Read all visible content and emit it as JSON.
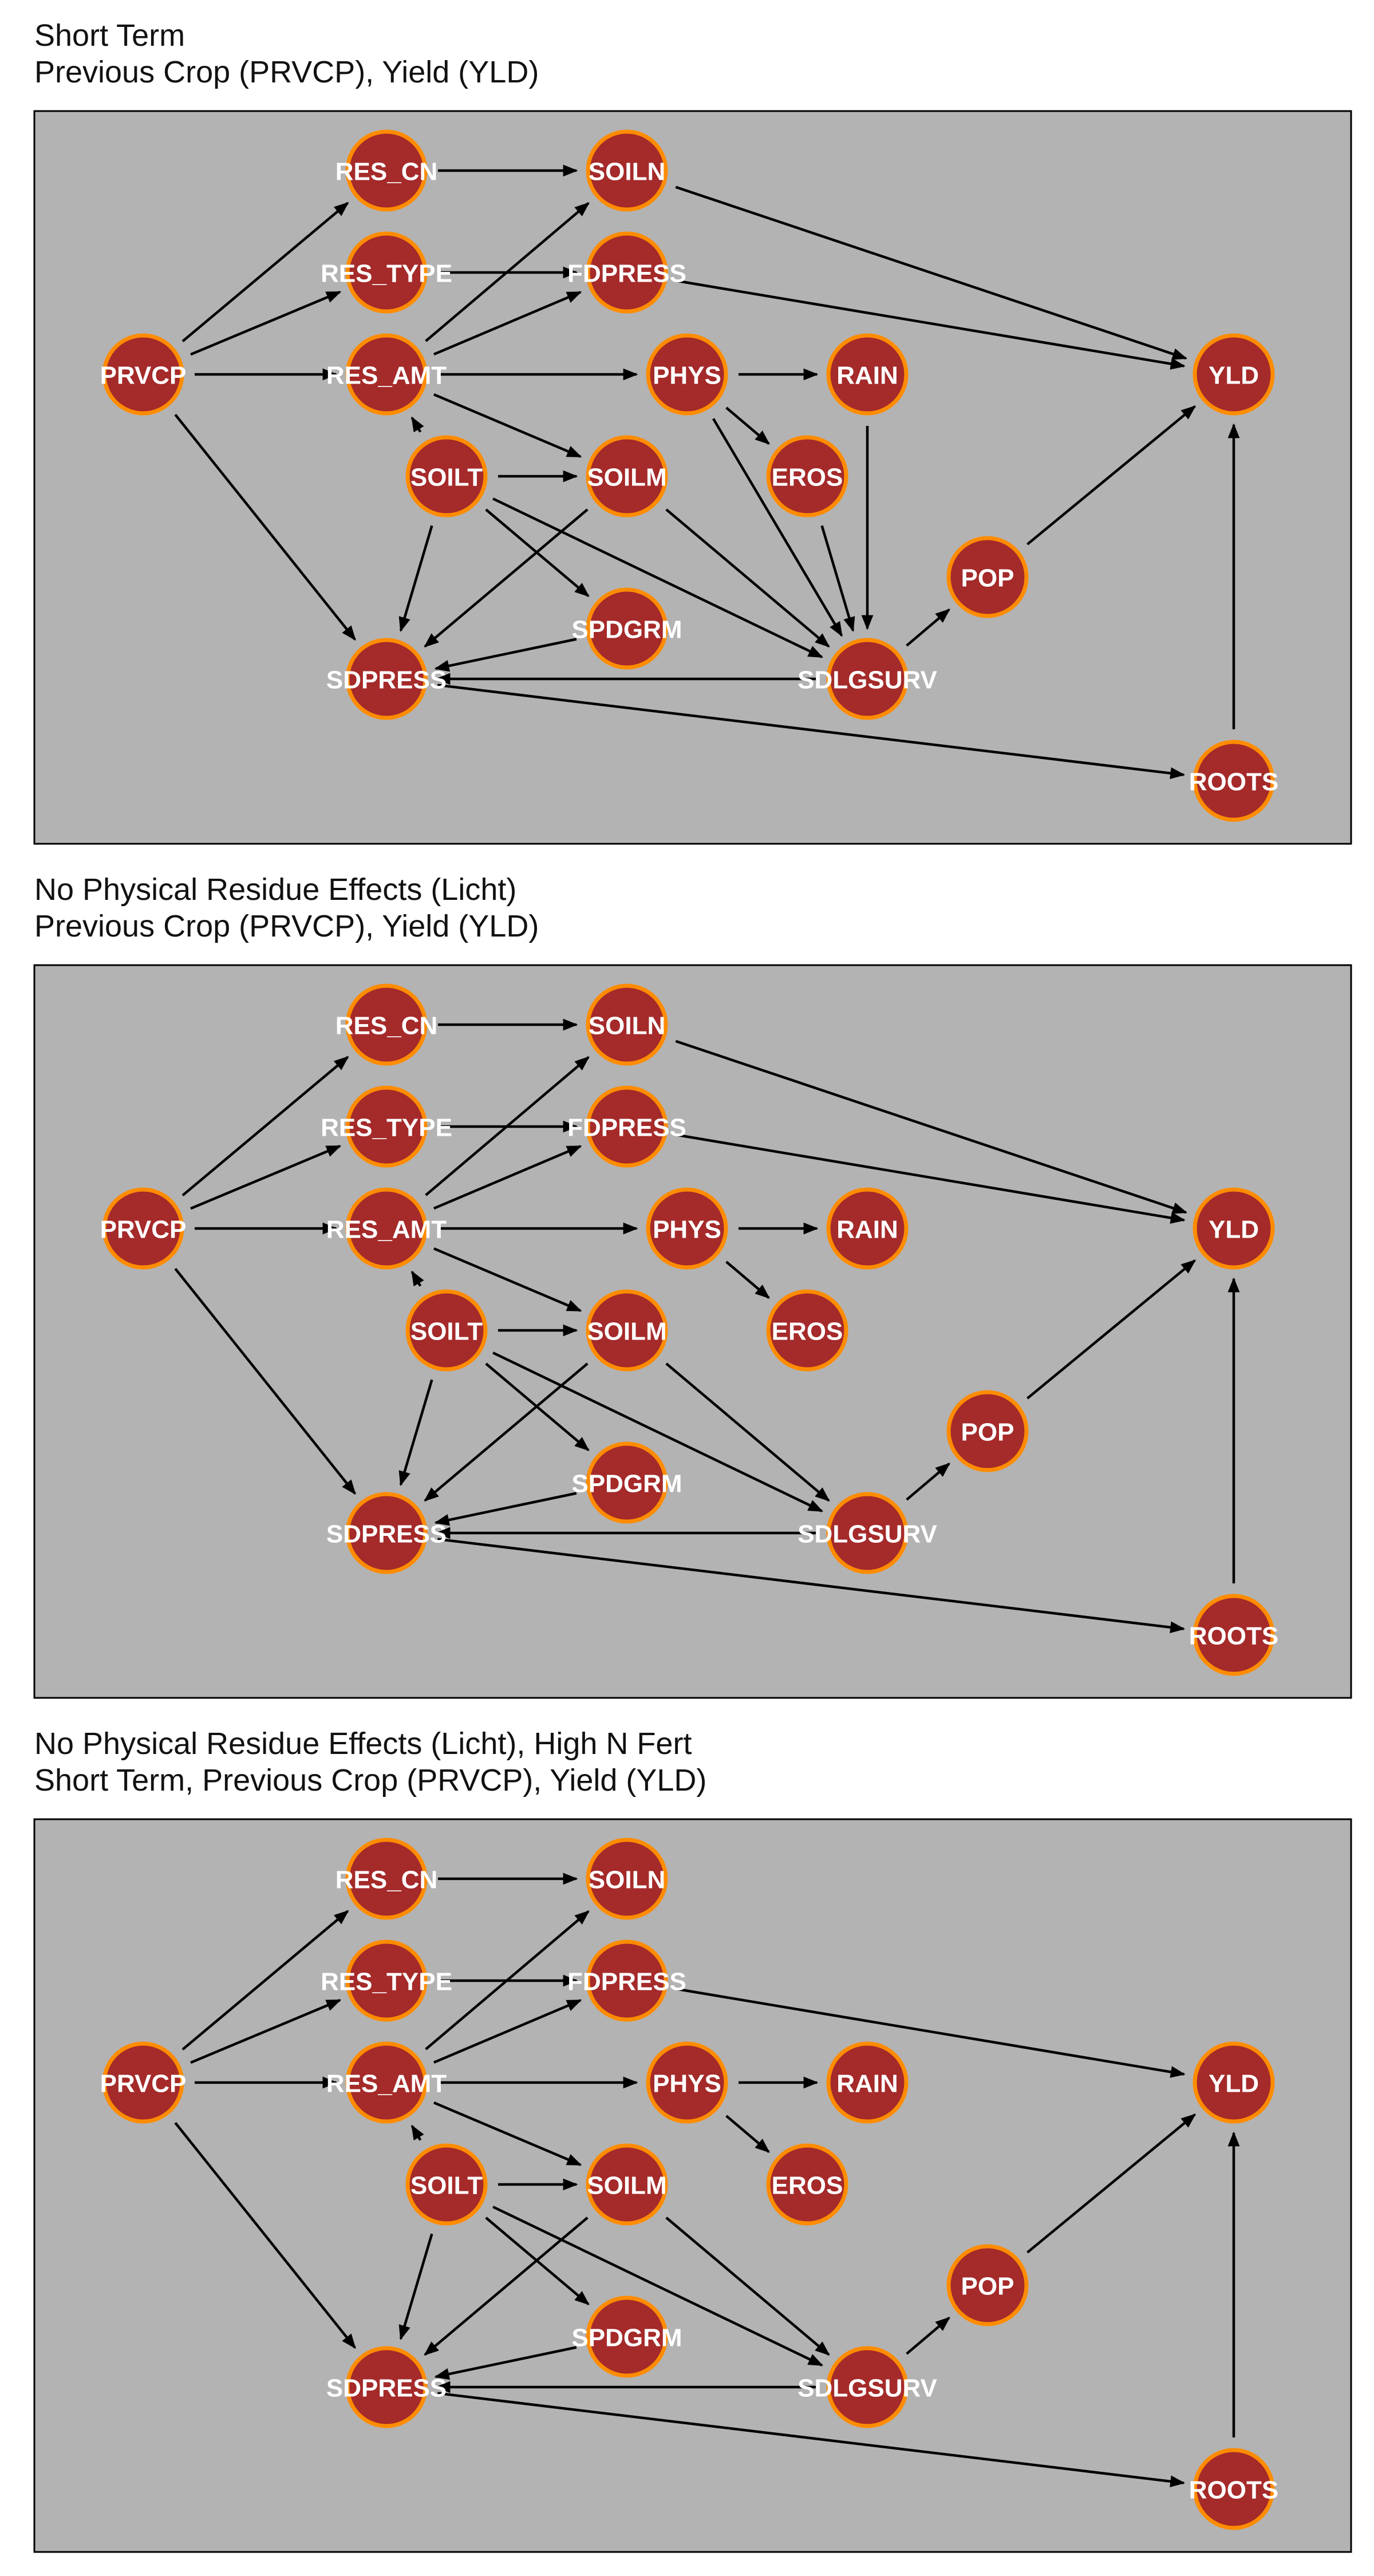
{
  "colors": {
    "panel_background": "#b3b3b3",
    "node_fill": "#a52a2a",
    "node_ring": "#ff8c00",
    "node_label": "#ffffff",
    "edge": "#000000"
  },
  "panels": [
    {
      "title_lines": [
        "Short Term",
        "Previous Crop (PRVCP), Yield (YLD)"
      ],
      "nodes": [
        "RES_CN",
        "SOILN",
        "RES_TYPE",
        "FDPRESS",
        "PRVCP",
        "RES_AMT",
        "PHYS",
        "RAIN",
        "YLD",
        "SOILT",
        "SOILM",
        "EROS",
        "POP",
        "SPDGRM",
        "SDPRESS",
        "SDLGSURV",
        "ROOTS"
      ],
      "edges": [
        [
          "PRVCP",
          "RES_CN"
        ],
        [
          "PRVCP",
          "RES_TYPE"
        ],
        [
          "PRVCP",
          "RES_AMT"
        ],
        [
          "PRVCP",
          "SDPRESS"
        ],
        [
          "RES_CN",
          "SOILN"
        ],
        [
          "RES_AMT",
          "SOILN"
        ],
        [
          "RES_AMT",
          "FDPRESS"
        ],
        [
          "RES_TYPE",
          "FDPRESS"
        ],
        [
          "RES_AMT",
          "PHYS"
        ],
        [
          "RES_AMT",
          "SOILM"
        ],
        [
          "SOILT",
          "RES_AMT"
        ],
        [
          "PHYS",
          "RAIN"
        ],
        [
          "PHYS",
          "EROS"
        ],
        [
          "PHYS",
          "SDLGSURV"
        ],
        [
          "RAIN",
          "SDLGSURV"
        ],
        [
          "EROS",
          "SDLGSURV"
        ],
        [
          "SOILT",
          "SOILM"
        ],
        [
          "SOILT",
          "SDPRESS"
        ],
        [
          "SOILT",
          "SPDGRM"
        ],
        [
          "SOILT",
          "SDLGSURV"
        ],
        [
          "SOILM",
          "SDPRESS"
        ],
        [
          "SOILM",
          "SDLGSURV"
        ],
        [
          "SPDGRM",
          "SDPRESS"
        ],
        [
          "SDLGSURV",
          "SDPRESS"
        ],
        [
          "SDLGSURV",
          "POP"
        ],
        [
          "SDPRESS",
          "ROOTS"
        ],
        [
          "SOILN",
          "YLD"
        ],
        [
          "FDPRESS",
          "YLD"
        ],
        [
          "POP",
          "YLD"
        ],
        [
          "ROOTS",
          "YLD"
        ]
      ]
    },
    {
      "title_lines": [
        "No Physical Residue Effects (Licht)",
        "Previous Crop (PRVCP), Yield (YLD)"
      ],
      "nodes": [
        "RES_CN",
        "SOILN",
        "RES_TYPE",
        "FDPRESS",
        "PRVCP",
        "RES_AMT",
        "PHYS",
        "RAIN",
        "YLD",
        "SOILT",
        "SOILM",
        "EROS",
        "POP",
        "SPDGRM",
        "SDPRESS",
        "SDLGSURV",
        "ROOTS"
      ],
      "edges": [
        [
          "PRVCP",
          "RES_CN"
        ],
        [
          "PRVCP",
          "RES_TYPE"
        ],
        [
          "PRVCP",
          "RES_AMT"
        ],
        [
          "PRVCP",
          "SDPRESS"
        ],
        [
          "RES_CN",
          "SOILN"
        ],
        [
          "RES_AMT",
          "SOILN"
        ],
        [
          "RES_AMT",
          "FDPRESS"
        ],
        [
          "RES_TYPE",
          "FDPRESS"
        ],
        [
          "RES_AMT",
          "PHYS"
        ],
        [
          "RES_AMT",
          "SOILM"
        ],
        [
          "SOILT",
          "RES_AMT"
        ],
        [
          "PHYS",
          "RAIN"
        ],
        [
          "PHYS",
          "EROS"
        ],
        [
          "SOILT",
          "SOILM"
        ],
        [
          "SOILT",
          "SDPRESS"
        ],
        [
          "SOILT",
          "SPDGRM"
        ],
        [
          "SOILT",
          "SDLGSURV"
        ],
        [
          "SOILM",
          "SDPRESS"
        ],
        [
          "SOILM",
          "SDLGSURV"
        ],
        [
          "SPDGRM",
          "SDPRESS"
        ],
        [
          "SDLGSURV",
          "SDPRESS"
        ],
        [
          "SDLGSURV",
          "POP"
        ],
        [
          "SDPRESS",
          "ROOTS"
        ],
        [
          "SOILN",
          "YLD"
        ],
        [
          "FDPRESS",
          "YLD"
        ],
        [
          "POP",
          "YLD"
        ],
        [
          "ROOTS",
          "YLD"
        ]
      ]
    },
    {
      "title_lines": [
        "No Physical Residue Effects (Licht), High N Fert",
        "Short Term, Previous Crop (PRVCP), Yield (YLD)"
      ],
      "nodes": [
        "RES_CN",
        "SOILN",
        "RES_TYPE",
        "FDPRESS",
        "PRVCP",
        "RES_AMT",
        "PHYS",
        "RAIN",
        "YLD",
        "SOILT",
        "SOILM",
        "EROS",
        "POP",
        "SPDGRM",
        "SDPRESS",
        "SDLGSURV",
        "ROOTS"
      ],
      "edges": [
        [
          "PRVCP",
          "RES_CN"
        ],
        [
          "PRVCP",
          "RES_TYPE"
        ],
        [
          "PRVCP",
          "RES_AMT"
        ],
        [
          "PRVCP",
          "SDPRESS"
        ],
        [
          "RES_CN",
          "SOILN"
        ],
        [
          "RES_AMT",
          "SOILN"
        ],
        [
          "RES_AMT",
          "FDPRESS"
        ],
        [
          "RES_TYPE",
          "FDPRESS"
        ],
        [
          "RES_AMT",
          "PHYS"
        ],
        [
          "RES_AMT",
          "SOILM"
        ],
        [
          "SOILT",
          "RES_AMT"
        ],
        [
          "PHYS",
          "RAIN"
        ],
        [
          "PHYS",
          "EROS"
        ],
        [
          "SOILT",
          "SOILM"
        ],
        [
          "SOILT",
          "SDPRESS"
        ],
        [
          "SOILT",
          "SPDGRM"
        ],
        [
          "SOILT",
          "SDLGSURV"
        ],
        [
          "SOILM",
          "SDPRESS"
        ],
        [
          "SOILM",
          "SDLGSURV"
        ],
        [
          "SPDGRM",
          "SDPRESS"
        ],
        [
          "SDLGSURV",
          "SDPRESS"
        ],
        [
          "SDLGSURV",
          "POP"
        ],
        [
          "SDPRESS",
          "ROOTS"
        ],
        [
          "FDPRESS",
          "YLD"
        ],
        [
          "POP",
          "YLD"
        ],
        [
          "ROOTS",
          "YLD"
        ]
      ]
    }
  ]
}
